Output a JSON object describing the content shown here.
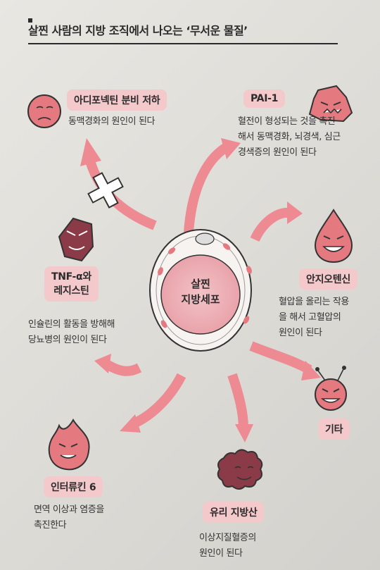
{
  "title": "살찐 사람의 지방 조직에서 나오는 ‘무서운 물질’",
  "center": {
    "line1": "살찐",
    "line2": "지방세포"
  },
  "items": [
    {
      "label": "아디포넥틴 분비 저하",
      "desc": [
        "동맥경화의 원인이 된다"
      ],
      "icon": "sad-face-icon"
    },
    {
      "label": "PAI-1",
      "desc": [
        "혈전이 형성되는 것을 촉진",
        "해서 동맥경화, 뇌경색, 심근",
        "경색증의 원인이 된다"
      ],
      "icon": "angry-blob-icon"
    },
    {
      "label": "TNF-α와",
      "label2": "레지스틴",
      "desc": [
        "인슐린의 활동을 방해해",
        "당뇨병의 원인이 된다"
      ],
      "icon": "devil-face-icon"
    },
    {
      "label": "안지오텐신",
      "desc": [
        "혈압을 올리는 작용",
        "을 해서 고혈압의",
        "원인이 된다"
      ],
      "icon": "grinning-drop-icon"
    },
    {
      "label": "기타",
      "desc": [],
      "icon": "antenna-face-icon"
    },
    {
      "label": "인터류킨 6",
      "desc": [
        "면역 이상과 염증을",
        "촉진한다"
      ],
      "icon": "flame-face-icon"
    },
    {
      "label": "유리 지방산",
      "desc": [
        "이상지질혈증의",
        "원인이 된다"
      ],
      "icon": "fuzzy-blob-icon"
    }
  ],
  "colors": {
    "pink": "#f3c9cc",
    "arrow": "#ee8a92",
    "icon_fill": "#e4797f",
    "icon_dark": "#8b3b47"
  }
}
